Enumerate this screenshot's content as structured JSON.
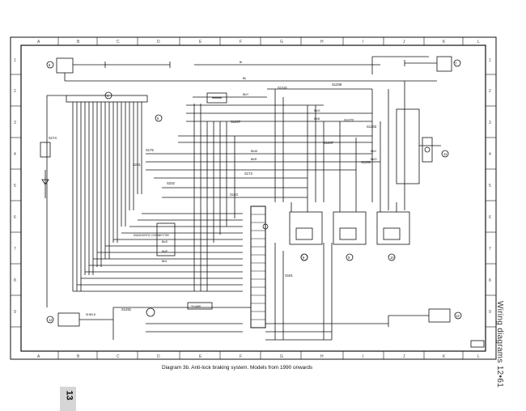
{
  "caption": "Diagram 3b. Anti-lock braking system. Models from 1990 onwards",
  "side_title": "Wiring diagrams  12•61",
  "page_number": "13",
  "row_marks": [
    "1",
    "2",
    "3",
    "4",
    "5",
    "6",
    "7",
    "8",
    "9"
  ],
  "col_marks": [
    "A",
    "B",
    "C",
    "D",
    "E",
    "F",
    "G",
    "H",
    "I",
    "J",
    "K",
    "L"
  ],
  "connectors": [
    "S174",
    "S175",
    "S231",
    "S232",
    "S1241",
    "S1208",
    "S1207",
    "S1272",
    "S1203",
    "S173",
    "S1207",
    "S183",
    "S1000",
    "S181",
    "S1281"
  ],
  "components": [
    "4",
    "5",
    "6",
    "7",
    "8",
    "9",
    "10",
    "11",
    "12",
    "13"
  ],
  "notes": [
    "DIAGNOSTIC CONNECTOR",
    "TO ABS",
    "SHIELD"
  ],
  "wire_codes": [
    "Bk/Y",
    "Bk",
    "Br",
    "Bk/W",
    "Bk/R",
    "Bk/G",
    "Bk/B",
    "Bk/V",
    "Bk/O",
    "Bk/S",
    "Bk/P",
    "Bk/L"
  ],
  "colors": {
    "ink": "#111111",
    "paper": "#ffffff",
    "page_tab": "#d6d6d6"
  }
}
